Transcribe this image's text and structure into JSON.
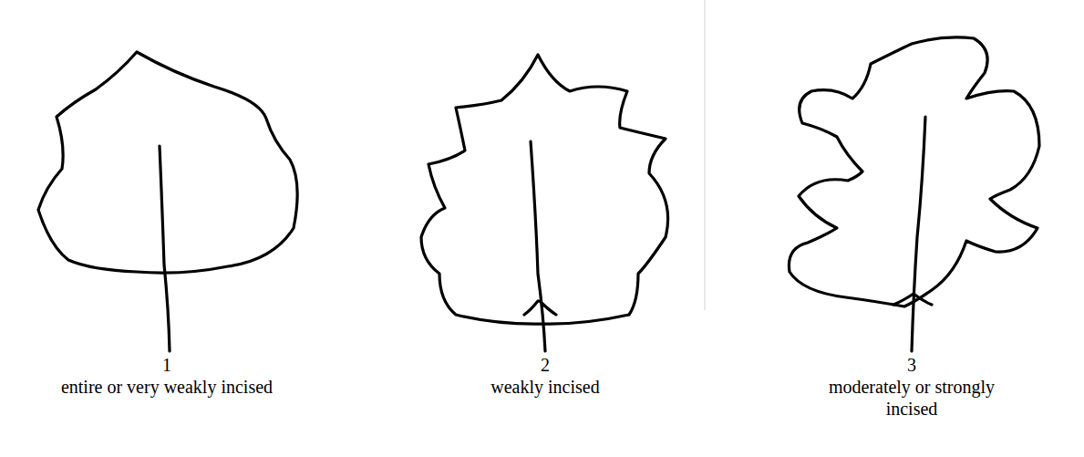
{
  "diagram": {
    "labels": [
      "1",
      "entire or very weakly incised",
      "2",
      "weakly incised",
      "3",
      "moderately or strongly incised"
    ]
  }
}
